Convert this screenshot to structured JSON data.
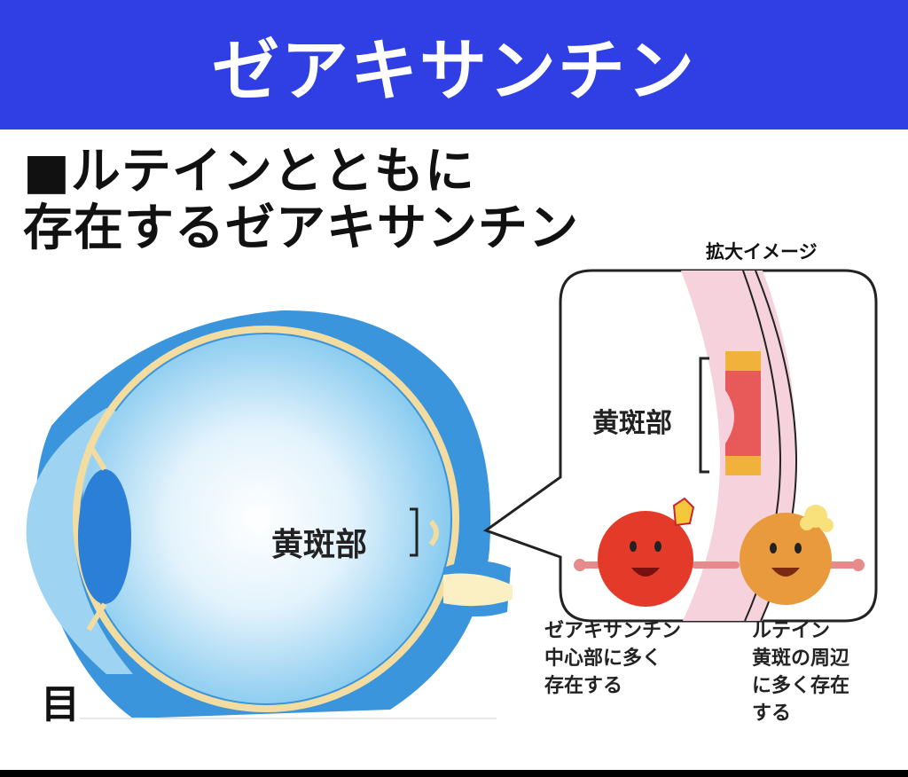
{
  "banner": {
    "title": "ゼアキサンチン",
    "color": "#2f3fe4"
  },
  "heading": {
    "line1": "■ルテインとともに",
    "line2": "存在するゼアキサンチン"
  },
  "zoom": {
    "label": "拡大イメージ",
    "macula_label": "黄斑部"
  },
  "eye": {
    "macula_label": "黄斑部",
    "caption": "目"
  },
  "characters": {
    "zeaxanthin": {
      "lines": [
        "ゼアキサンチン",
        "中心部に多く",
        "存在する"
      ],
      "color": "#e33a2a"
    },
    "lutein": {
      "lines": [
        "ルテイン",
        "黄斑の周辺",
        "に多く存在",
        "する"
      ],
      "color": "#e89a3c"
    }
  }
}
